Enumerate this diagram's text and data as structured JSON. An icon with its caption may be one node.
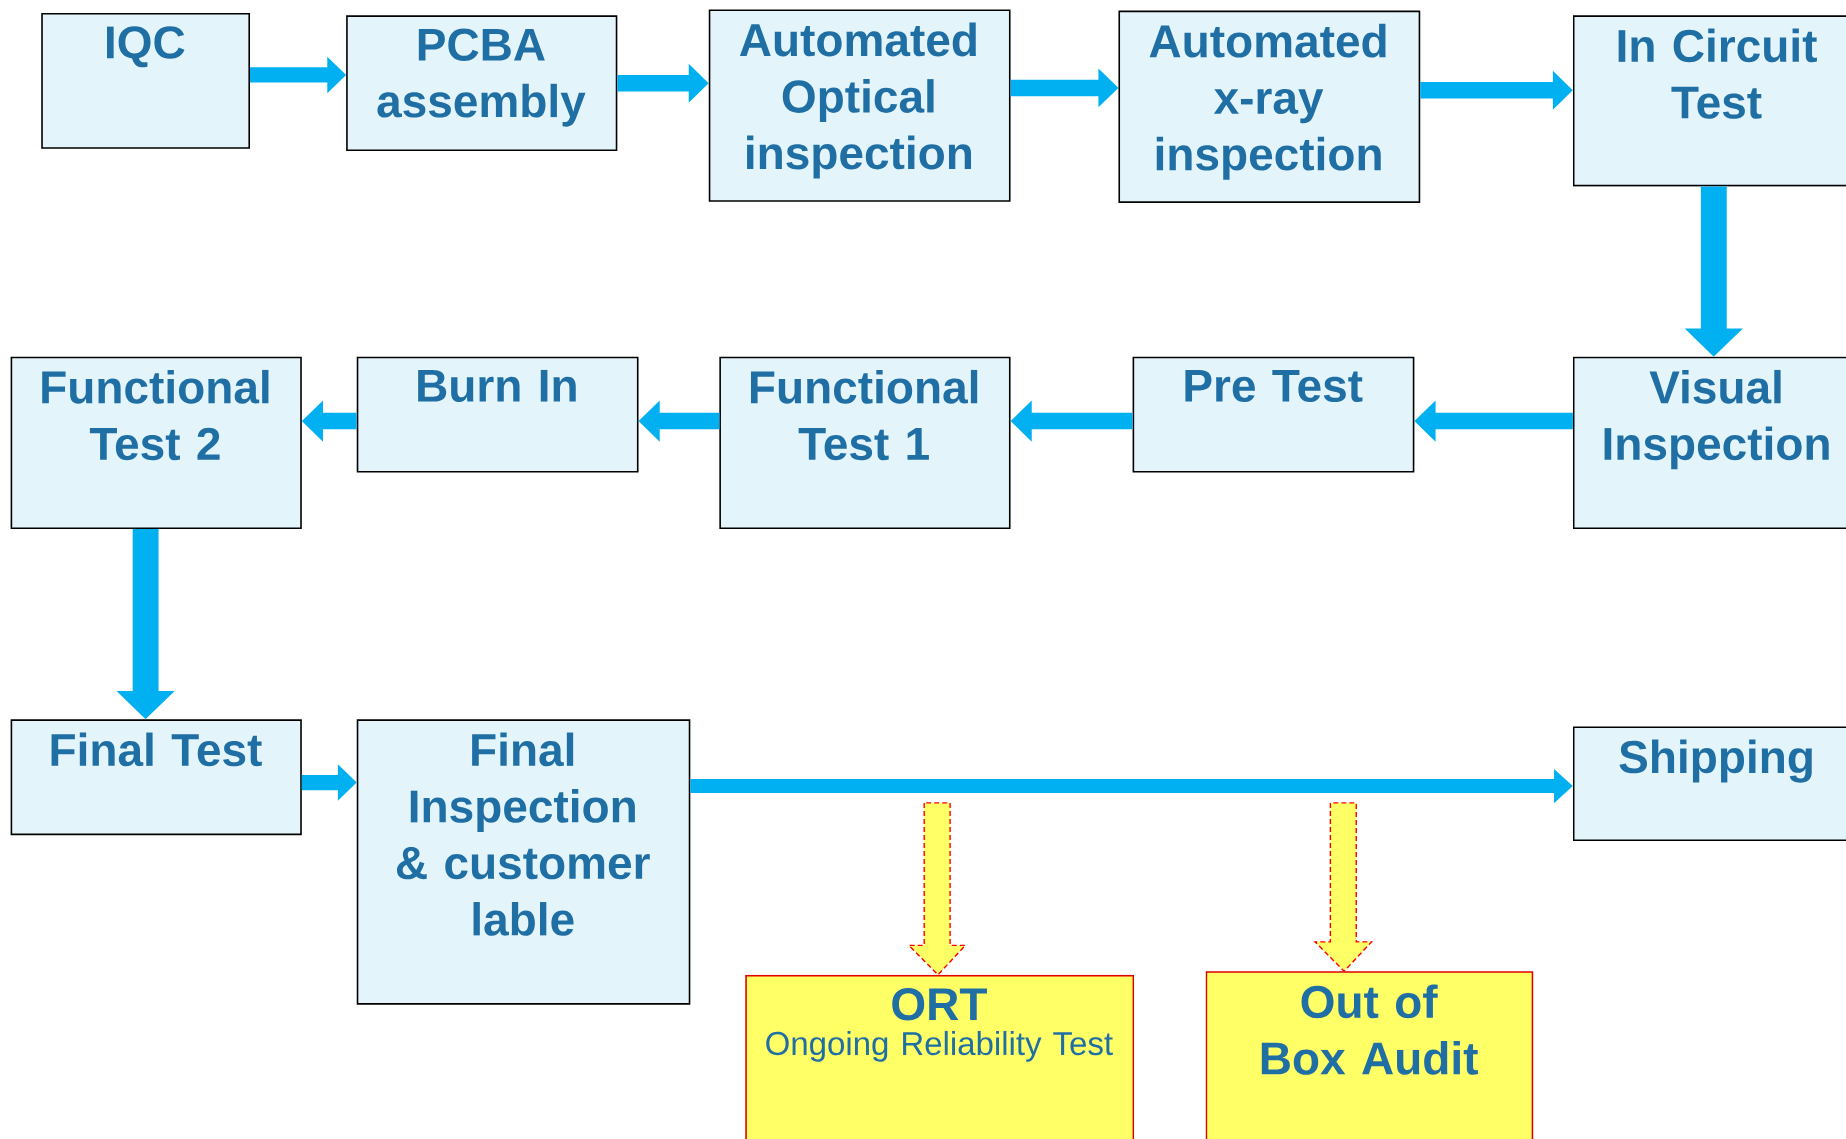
{
  "diagram": {
    "nodes": [
      {
        "text": [
          "IQC"
        ]
      },
      {
        "text": [
          "PCBA assembly"
        ]
      },
      {
        "text": [
          "Automated Optical inspection"
        ]
      },
      {
        "text": [
          "Automated x-ray inspection"
        ]
      },
      {
        "text": [
          "In Circuit Test"
        ]
      },
      {
        "text": [
          "Visual Inspection"
        ]
      },
      {
        "text": [
          "Pre Test"
        ]
      },
      {
        "text": [
          "Functional Test 1"
        ]
      },
      {
        "text": [
          "Burn In"
        ]
      },
      {
        "text": [
          "Functional Test 2"
        ]
      },
      {
        "text": [
          "Final Test"
        ]
      },
      {
        "text": [
          "Final Inspection & customer lable"
        ]
      },
      {
        "text": [
          "Shipping"
        ]
      },
      {
        "text": [
          "ORT",
          "Ongoing Reliability Test"
        ]
      },
      {
        "text": [
          "Out of Box Audit"
        ]
      }
    ],
    "edges": [
      {
        "from": 0,
        "to": 1,
        "arrow": "to"
      },
      {
        "from": 1,
        "to": 2,
        "arrow": "to"
      },
      {
        "from": 2,
        "to": 3,
        "arrow": "to"
      },
      {
        "from": 3,
        "to": 4,
        "arrow": "to"
      },
      {
        "from": 4,
        "to": 5,
        "arrow": "to"
      },
      {
        "from": 5,
        "to": 6,
        "arrow": "to"
      },
      {
        "from": 6,
        "to": 7,
        "arrow": "to"
      },
      {
        "from": 7,
        "to": 8,
        "arrow": "to"
      },
      {
        "from": 8,
        "to": 9,
        "arrow": "to"
      },
      {
        "from": 9,
        "to": 10,
        "arrow": "to"
      },
      {
        "from": 10,
        "to": 11,
        "arrow": "to"
      },
      {
        "from": 11,
        "to": 12,
        "arrow": "to"
      },
      {
        "from": null,
        "to": 13,
        "arrow": "to",
        "style": "dashed",
        "color": "#ff0000"
      },
      {
        "from": null,
        "to": 14,
        "arrow": "to",
        "style": "dashed",
        "color": "#ff0000"
      }
    ]
  }
}
